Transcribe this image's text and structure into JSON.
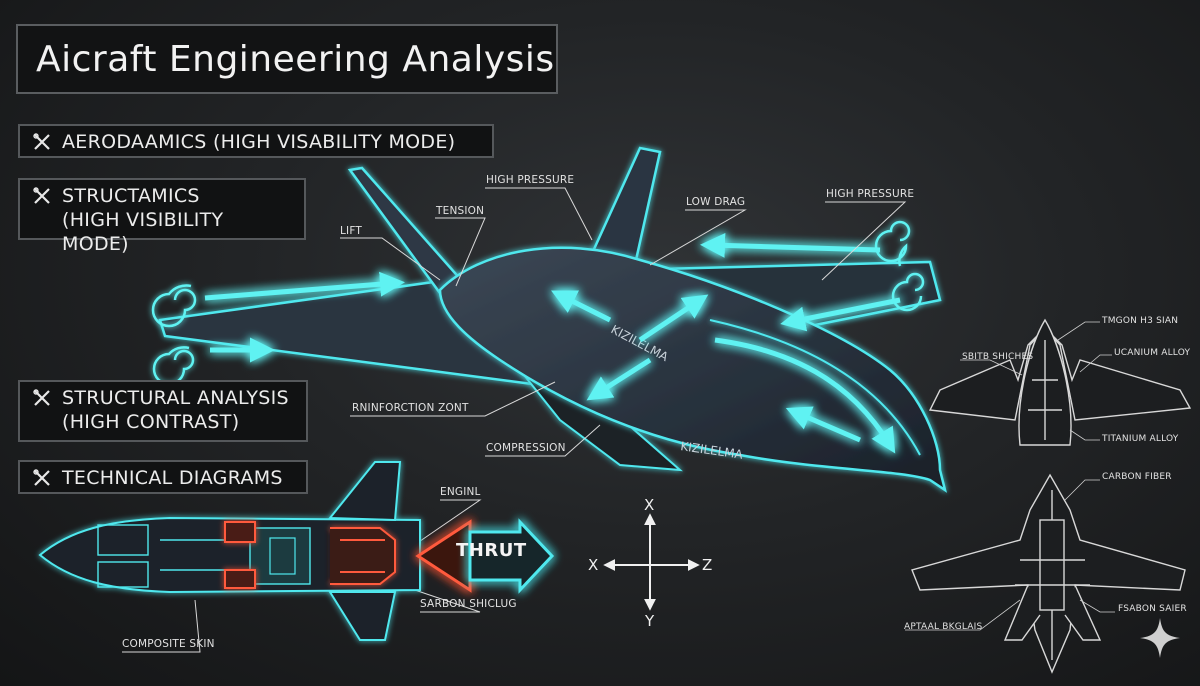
{
  "title": "Aicraft Engineering Analysis",
  "modes": [
    {
      "icon": "cross-tools-icon",
      "lines": [
        "AERODAAMICS (HIGH VISABILITY MODE)"
      ]
    },
    {
      "icon": "cross-tools-icon",
      "lines": [
        "STRUCTAMICS",
        "(HIGH VISIBILITY MODE)"
      ]
    },
    {
      "icon": "cross-tools-icon",
      "lines": [
        "STRUCTURAL ANALYSIS",
        "(HIGH CONTRAST)"
      ]
    },
    {
      "icon": "cross-tools-icon",
      "lines": [
        "TECHNICAL DIAGRAMS"
      ]
    }
  ],
  "callouts": {
    "high_pressure_1": "HIGH PRESSURE",
    "tension": "TENSION",
    "lift": "LIFT",
    "low_drag": "LOW DRAG",
    "high_pressure_2": "HIGH PRESSURE",
    "reinforcement": "RNINFORCTION ZONT",
    "compression": "COMPRESSION",
    "engine": "ENGINԼ",
    "carbon_shield": "SARBON SHICLUG",
    "composite_skin": "COMPOSITE SKIN",
    "thrust": "THRUT"
  },
  "blueprint_labels": {
    "top_right": "TMGON H3 SIAN",
    "top_left": "SBITB SHICHES",
    "uranium": "UCANIUM ALLOY",
    "titanium": "TITANIUM ALLOY",
    "carbon_fiber": "CARBON FIBER",
    "aptaal": "APTAAL BKGLAIS",
    "fsabon": "FSABON SAIER"
  },
  "aircraft_markings": {
    "side_text_1": "KIZILELMA",
    "side_text_2": "KIZILELMA"
  },
  "axes": {
    "x_left": "X",
    "x_top": "X",
    "z": "Z",
    "y": "Y"
  },
  "colors": {
    "accent": "#3fe6e6",
    "thrust": "#ff5a3c",
    "background": "#1a1c1e"
  }
}
